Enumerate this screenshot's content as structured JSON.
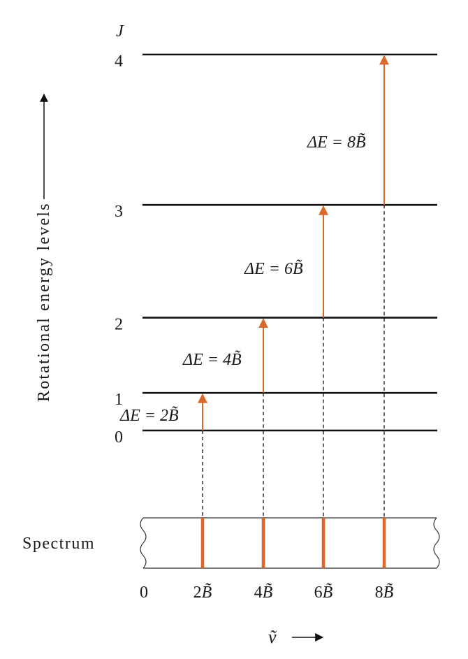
{
  "axis": {
    "j_label": "J",
    "y_label": "Rotational energy levels",
    "x_label": "ṽ"
  },
  "levels": [
    {
      "j": "0",
      "energy": 0
    },
    {
      "j": "1",
      "energy": 2
    },
    {
      "j": "2",
      "energy": 6
    },
    {
      "j": "3",
      "energy": 12
    },
    {
      "j": "4",
      "energy": 20
    }
  ],
  "transitions": [
    {
      "from": 0,
      "to": 1,
      "label_prefix": "ΔE = 2",
      "label_b": "B̃"
    },
    {
      "from": 1,
      "to": 2,
      "label_prefix": "ΔE = 4",
      "label_b": "B̃"
    },
    {
      "from": 2,
      "to": 3,
      "label_prefix": "ΔE = 6",
      "label_b": "B̃"
    },
    {
      "from": 3,
      "to": 4,
      "label_prefix": "ΔE = 8",
      "label_b": "B̃"
    }
  ],
  "spectrum": {
    "label": "Spectrum",
    "ticks": [
      {
        "prefix": "0",
        "b": ""
      },
      {
        "prefix": "2",
        "b": "B̃"
      },
      {
        "prefix": "4",
        "b": "B̃"
      },
      {
        "prefix": "6",
        "b": "B̃"
      },
      {
        "prefix": "8",
        "b": "B̃"
      }
    ]
  },
  "colors": {
    "transition": "#d9692b",
    "spectral_line": "#e0662a",
    "level": "#111111"
  }
}
